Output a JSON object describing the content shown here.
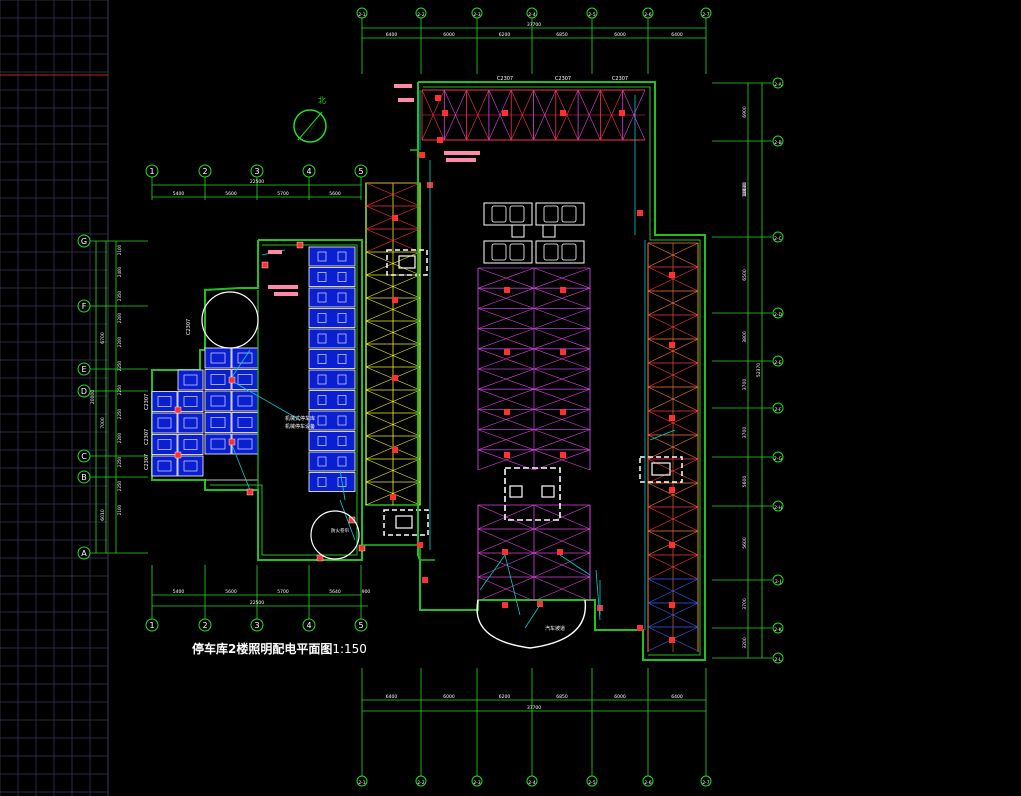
{
  "colors": {
    "background": "#000000",
    "grid": "#2a2a44",
    "axis": "#22dd22",
    "wall": "#20c020",
    "duct": "#ff3030",
    "truss_red": "#ff3040",
    "truss_orange": "#ff7a30",
    "truss_yellow": "#f0f020",
    "truss_magenta": "#e040e0",
    "truss_purple": "#b040d0",
    "truss_blue": "#3060ff",
    "parking_blue": "#0a1fd0",
    "leader": "#00d0d0",
    "white": "#ffffff",
    "pink": "#ff8aa8",
    "north": "#22dd22"
  },
  "north_arrow": {
    "label": "北",
    "icon": "north-arrow-icon"
  },
  "left_plan": {
    "col_axes": [
      "1",
      "2",
      "3",
      "4",
      "5"
    ],
    "row_axes": [
      "G",
      "F",
      "E",
      "D",
      "C",
      "B",
      "A"
    ],
    "top_total": "22500",
    "top_dims": [
      "5400",
      "5600",
      "5700",
      "5600"
    ],
    "bottom_total": "22500",
    "bottom_dims": [
      "5400",
      "5600",
      "5700",
      "5640",
      "900"
    ],
    "left_dims_outer": [
      "6700",
      "7000",
      "6010"
    ],
    "left_total": "20000",
    "left_dims_inner": [
      "2100",
      "2400",
      "2350",
      "2200",
      "2200",
      "2250",
      "2250",
      "2250",
      "2200",
      "2250",
      "2250",
      "2100"
    ],
    "room_note_1": "机械式停车库",
    "room_note_2": "机械停车设备",
    "tags": [
      "C2307",
      "C2307",
      "C2307",
      "C2307"
    ],
    "bottom_note": "防火卷帘"
  },
  "right_plan": {
    "col_axes": [
      "2-1",
      "2-2",
      "2-3",
      "2-4",
      "2-5",
      "2-6",
      "2-7"
    ],
    "row_axes": [
      "2-A",
      "2-B",
      "2-C",
      "2-D",
      "2-E",
      "2-F",
      "2-G",
      "2-H",
      "2-J",
      "2-K",
      "2-L"
    ],
    "top_total": "37700",
    "top_dims": [
      "6400",
      "6000",
      "6200",
      "6850",
      "6000",
      "6400"
    ],
    "bottom_total": "37700",
    "bottom_dims": [
      "6400",
      "6000",
      "6200",
      "6850",
      "6000",
      "6400"
    ],
    "right_dims_inner": [
      "6900",
      "10000",
      "6500",
      "3800",
      "3700",
      "3700",
      "5600",
      "5600",
      "3700",
      "3200"
    ],
    "right_total": "52370",
    "right_mid": "10830",
    "top_tags": [
      "C2307",
      "C2307",
      "C2307"
    ],
    "bottom_note": "汽车坡道"
  },
  "drawing_title": {
    "main": "停车库2楼照明配电平面图",
    "scale": "1:150"
  }
}
